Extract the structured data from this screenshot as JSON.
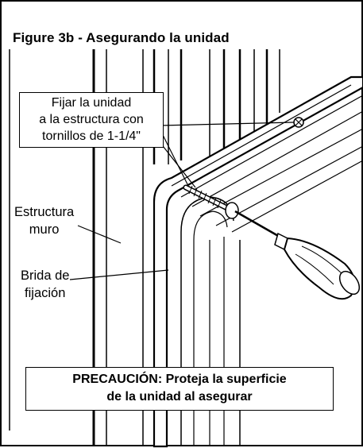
{
  "figure": {
    "title": "Figure 3b - Asegurando la unidad"
  },
  "callouts": {
    "fijar": {
      "line1": "Fijar la unidad",
      "line2": "a la estructura con",
      "line3": "tornillos de 1-1/4\""
    },
    "estructura": {
      "line1": "Estructura",
      "line2": "muro"
    },
    "brida": {
      "line1": "Brida de",
      "line2": "fijación"
    }
  },
  "caution": {
    "line1": "PRECAUCIÓN: Proteja la superficie",
    "line2": "de la unidad al asegurar"
  }
}
